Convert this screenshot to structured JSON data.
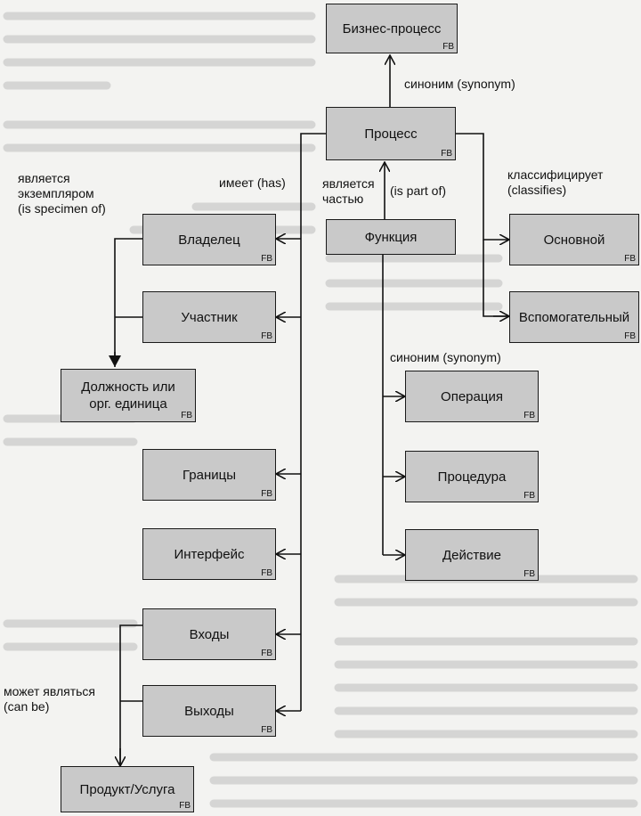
{
  "nodes": {
    "business_process": {
      "label": "Бизнес-процесс",
      "tag": "FB"
    },
    "process": {
      "label": "Процесс",
      "tag": "FB"
    },
    "function": {
      "label": "Функция",
      "tag": ""
    },
    "owner": {
      "label": "Владелец",
      "tag": "FB"
    },
    "participant": {
      "label": "Участник",
      "tag": "FB"
    },
    "position": {
      "label": "Должность или\nорг. единица",
      "tag": "FB"
    },
    "boundaries": {
      "label": "Границы",
      "tag": "FB"
    },
    "interface": {
      "label": "Интерфейс",
      "tag": "FB"
    },
    "inputs": {
      "label": "Входы",
      "tag": "FB"
    },
    "outputs": {
      "label": "Выходы",
      "tag": "FB"
    },
    "product": {
      "label": "Продукт/Услуга",
      "tag": "FB"
    },
    "main": {
      "label": "Основной",
      "tag": "FB"
    },
    "auxiliary": {
      "label": "Вспомогательный",
      "tag": "FB"
    },
    "operation": {
      "label": "Операция",
      "tag": "FB"
    },
    "procedure": {
      "label": "Процедура",
      "tag": "FB"
    },
    "action": {
      "label": "Действие",
      "tag": "FB"
    }
  },
  "edge_labels": {
    "synonym_top": "синоним (synonym)",
    "is_specimen": "является\nэкземпляром\n(is specimen of)",
    "has": "имеет (has)",
    "is_part_ru": "является\nчастью",
    "is_part_en": "(is part of)",
    "classifies": "классифицирует\n(classifies)",
    "synonym_mid": "синоним (synonym)",
    "can_be": "может являться\n(can be)"
  }
}
